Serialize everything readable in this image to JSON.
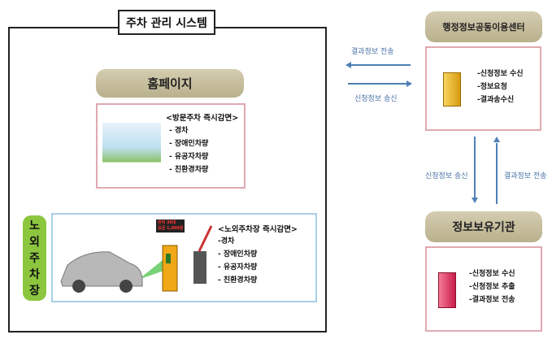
{
  "system_title": "주차 관리 시스템",
  "homepage": {
    "title": "홈페이지",
    "caption": "<방문주차 즉시감면>",
    "items": [
      "- 경차",
      "- 장애인차량",
      "- 유공자차량",
      "- 친환경차량"
    ]
  },
  "offstreet": {
    "title": "노외주차장",
    "title_chars": [
      "노",
      "외",
      "주",
      "차",
      "장"
    ],
    "caption": "<노외주차장 즉시감면>",
    "items": [
      "-경차",
      "- 장애인차량",
      "- 유공자차량",
      "- 친환경차량"
    ],
    "sign": [
      "잔여 30대",
      "요금 1,000원"
    ]
  },
  "center": {
    "title": "행정정보공동이용센터",
    "items": [
      "-신청정보 수신",
      "-정보요청",
      "-결과송수신"
    ]
  },
  "holder": {
    "title": "정보보유기관",
    "items": [
      "-신청정보 수신",
      "-신청정보 추출",
      "-결과정보 전송"
    ]
  },
  "arrows": {
    "h_top": "결과정보 전송",
    "h_bottom": "신청정보 송신",
    "v_left": "신청정보 송신",
    "v_right": "결과정보 전송"
  }
}
